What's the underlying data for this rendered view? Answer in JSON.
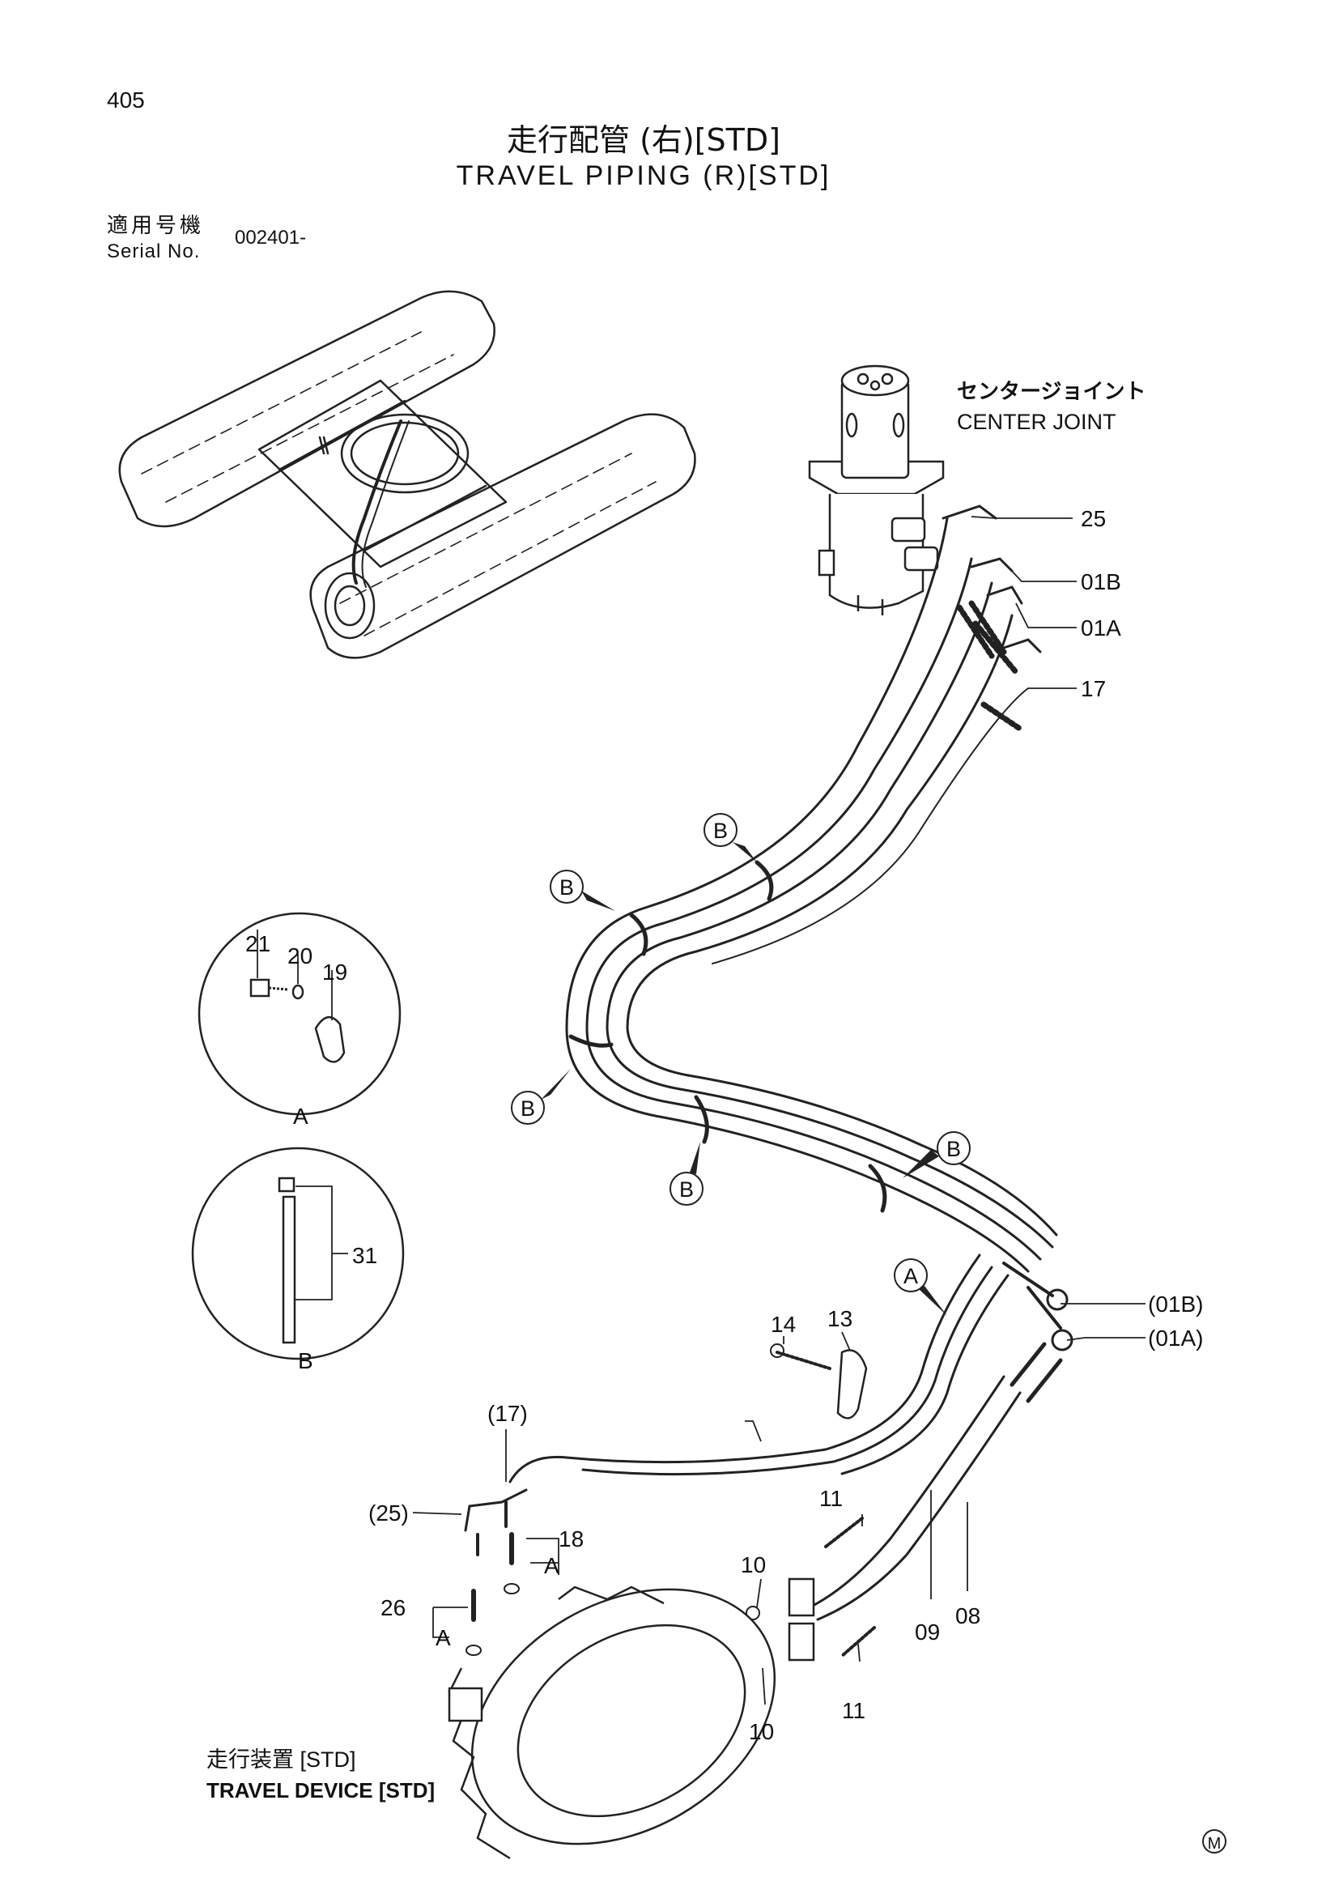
{
  "header": {
    "page_number": "405",
    "title_jp": "走行配管 (右)[STD]",
    "title_en": "TRAVEL PIPING (R)[STD]",
    "serial_label_jp": "適用号機",
    "serial_label_en": "Serial No.",
    "serial_value": "002401-"
  },
  "labels": {
    "center_joint_jp": "センタージョイント",
    "center_joint_en": "CENTER JOINT",
    "travel_device_jp": "走行装置 [STD]",
    "travel_device_en": "TRAVEL DEVICE [STD]",
    "manufacturer_mark": "M"
  },
  "callouts": {
    "p25": "25",
    "p01b": "01B",
    "p01a": "01A",
    "p17": "17",
    "p01b_ref": "(01B)",
    "p01a_ref": "(01A)",
    "p17_ref": "(17)",
    "p25_ref": "(25)",
    "p14": "14",
    "p13": "13",
    "p11_top": "11",
    "p11_bottom": "11",
    "p18": "18",
    "p26": "26",
    "p10_top": "10",
    "p10_bottom": "10",
    "p09": "09",
    "p08": "08",
    "p21": "21",
    "p20": "20",
    "p19": "19",
    "p31": "31"
  },
  "detail_circles": {
    "a_label": "A",
    "b_label": "B"
  },
  "markers": {
    "b": "B",
    "a": "A",
    "a_small": "A"
  }
}
